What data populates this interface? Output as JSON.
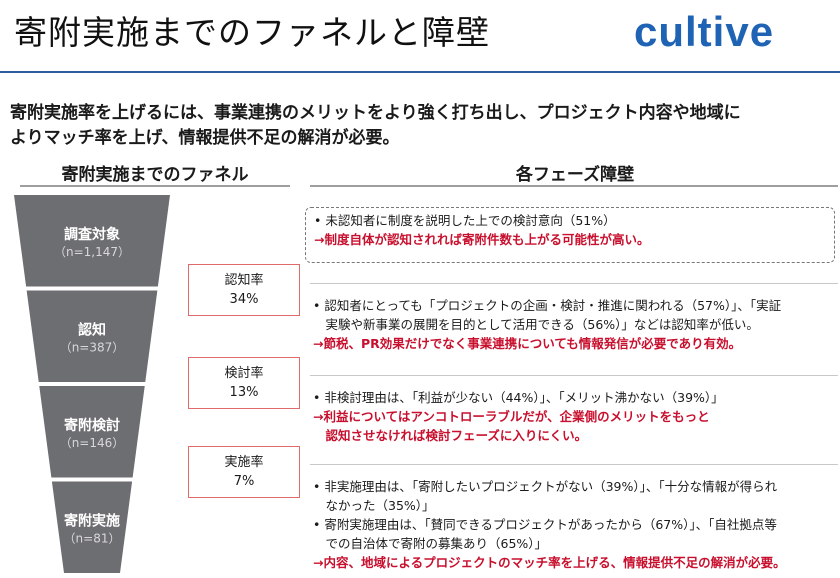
{
  "header": {
    "title": "寄附実施までのファネルと障壁",
    "logo": "cultive"
  },
  "lead": {
    "line1": "寄附実施率を上げるには、事業連携のメリットをより強く打ち出し、プロジェクト内容や地域に",
    "line2": "よりマッチ率を上げ、情報提供不足の解消が必要。"
  },
  "sections": {
    "funnel_heading": "寄附実施までのファネル",
    "phase_heading": "各フェーズ障壁"
  },
  "chart_data": {
    "type": "funnel",
    "title": "寄附実施までのファネル",
    "stages": [
      {
        "label": "調査対象",
        "count_text": "（n=1,147）",
        "value": 1147
      },
      {
        "label": "認知",
        "count_text": "（n=387）",
        "value": 387
      },
      {
        "label": "寄附検討",
        "count_text": "（n=146）",
        "value": 146
      },
      {
        "label": "寄附実施",
        "count_text": "（n=81）",
        "value": 81
      }
    ],
    "conversion_rates": [
      {
        "label": "認知率",
        "value_text": "34%",
        "value": 34
      },
      {
        "label": "検討率",
        "value_text": "13%",
        "value": 13
      },
      {
        "label": "実施率",
        "value_text": "7%",
        "value": 7
      }
    ],
    "colors": {
      "funnel": "#6d6e71",
      "rate_border": "#e06b6b"
    }
  },
  "barriers": [
    {
      "lines": [
        "• 未認知者に制度を説明した上での検討意向（51%）"
      ],
      "conclusion": [
        "→制度自体が認知されれば寄附件数も上がる可能性が高い。"
      ]
    },
    {
      "lines": [
        "• 認知者にとっても「プロジェクトの企画・検討・推進に関われる（57%）」、「実証",
        "　実験や新事業の展開を目的として活用できる（56%）」などは認知率が低い。"
      ],
      "conclusion": [
        "→節税、PR効果だけでなく事業連携についても情報発信が必要であり有効。"
      ]
    },
    {
      "lines": [
        "• 非検討理由は、「利益が少ない（44%）」、「メリット沸かない（39%）」"
      ],
      "conclusion": [
        "→利益についてはアンコトローラブルだが、企業側のメリットをもっと",
        "　認知させなければ検討フェーズに入りにくい。"
      ]
    },
    {
      "lines": [
        "• 非実施理由は、「寄附したいプロジェクトがない（39%）」、「十分な情報が得られ",
        "　なかった（35%）」",
        "• 寄附実施理由は、「賛同できるプロジェクトがあったから（67%）」、「自社拠点等",
        "　での自治体で寄附の募集あり（65%）」"
      ],
      "conclusion": [
        "→内容、地域によるプロジェクトのマッチ率を上げる、情報提供不足の解消が必要。"
      ]
    }
  ]
}
